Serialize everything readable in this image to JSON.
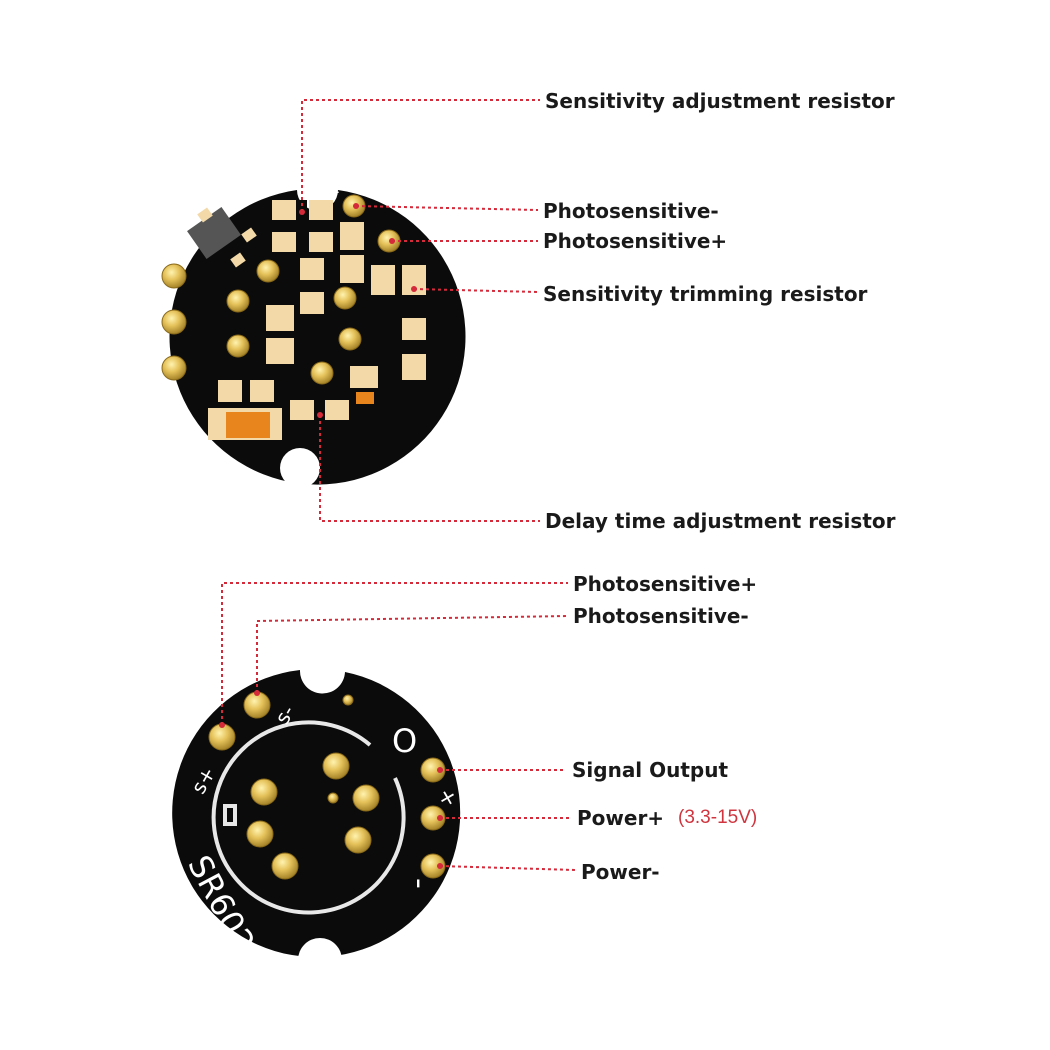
{
  "top_board": {
    "labels": {
      "sensitivity_adjustment": "Sensitivity adjustment resistor",
      "photosensitive_minus": "Photosensitive-",
      "photosensitive_plus": "Photosensitive+",
      "sensitivity_trimming": "Sensitivity trimming resistor",
      "delay_time": "Delay time adjustment resistor"
    },
    "silkscreen": {
      "minus_mark": "-"
    }
  },
  "bottom_board": {
    "labels": {
      "photosensitive_plus": "Photosensitive+",
      "photosensitive_minus": "Photosensitive-",
      "signal_output": "Signal Output",
      "power_plus": "Power+",
      "power_plus_voltage": "(3.3-15V)",
      "power_minus": "Power-"
    },
    "silkscreen": {
      "model": "SR602",
      "s_plus": "s+",
      "s_minus": "s-",
      "out_mark": "O",
      "plus_mark": "+",
      "minus_mark": "-"
    }
  },
  "colors": {
    "pcb": "#0b0b0b",
    "pad_gold": "#d9b34a",
    "leader_line": "#d42a3a",
    "label_text": "#1a1a1a",
    "voltage_note": "#d0353f",
    "smd_pad": "#f3d9a8",
    "capacitor": "#e8851c"
  }
}
